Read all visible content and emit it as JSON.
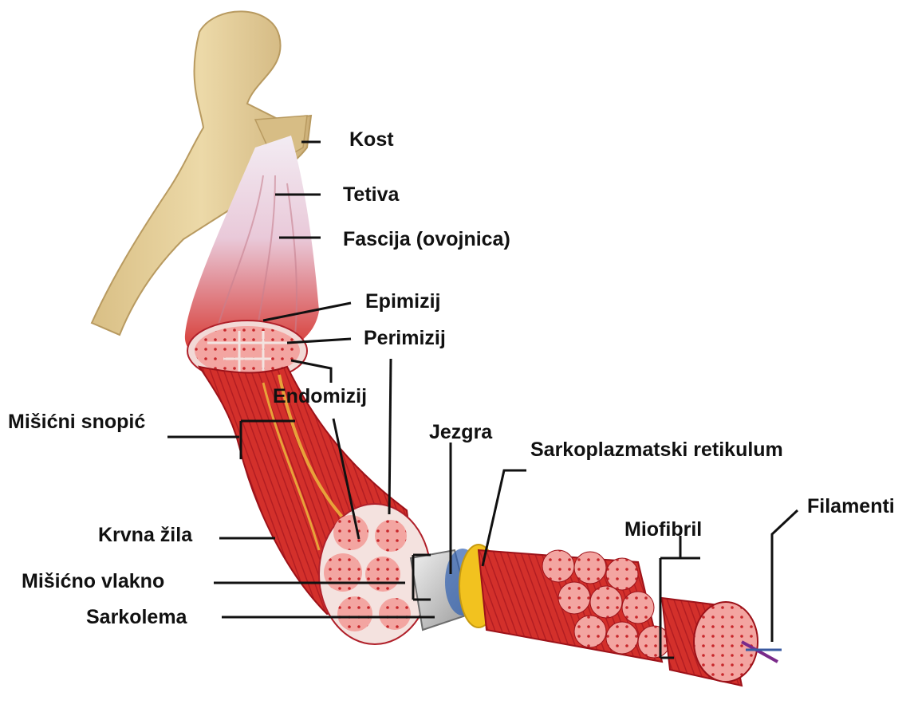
{
  "labels": {
    "kost": "Kost",
    "tetiva": "Tetiva",
    "fascija": "Fascija (ovojnica)",
    "epimizij": "Epimizij",
    "perimizij": "Perimizij",
    "endomizij": "Endomizij",
    "snopic": "Mišićni snopić",
    "jezgra": "Jezgra",
    "sarkoplazmatski": "Sarkoplazmatski retikulum",
    "krvna": "Krvna žila",
    "miofibril": "Miofibril",
    "vlakno": "Mišićno vlakno",
    "filamenti": "Filamenti",
    "sarkolema": "Sarkolema"
  },
  "colors": {
    "bone": "#e8d3a0",
    "bone_shadow": "#c8ad72",
    "tendon": "#efe6ef",
    "muscle": "#d52a22",
    "muscle_dark": "#a9161b",
    "fiber_pink": "#f2a8a4",
    "yellow_band": "#f2c21f",
    "nerve": "#e8a23a",
    "sheath_gray": "#c9c9c9"
  }
}
